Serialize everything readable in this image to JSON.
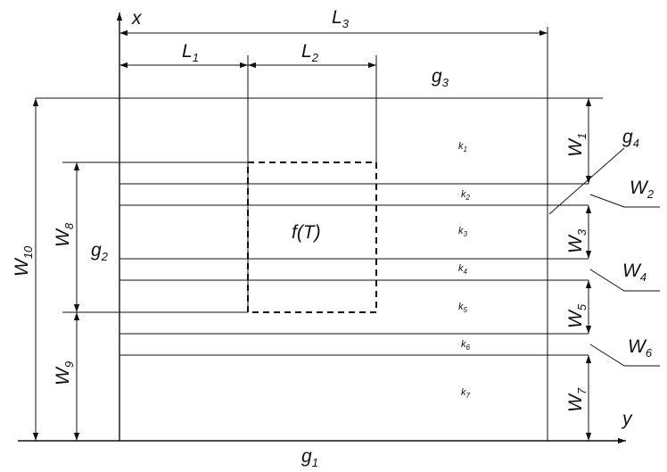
{
  "axes": {
    "x_label": "x",
    "y_label": "y"
  },
  "boundaries": {
    "g1": [
      "g",
      "1"
    ],
    "g2": [
      "g",
      "2"
    ],
    "g3": [
      "g",
      "3"
    ],
    "g4": [
      "g",
      "4"
    ]
  },
  "lengths": {
    "L1": [
      "L",
      "1"
    ],
    "L2": [
      "L",
      "2"
    ],
    "L3": [
      "L",
      "3"
    ]
  },
  "widths": {
    "W1": [
      "W",
      "1"
    ],
    "W2": [
      "W",
      "2"
    ],
    "W3": [
      "W",
      "3"
    ],
    "W4": [
      "W",
      "4"
    ],
    "W5": [
      "W",
      "5"
    ],
    "W6": [
      "W",
      "6"
    ],
    "W7": [
      "W",
      "7"
    ],
    "W8": [
      "W",
      "8"
    ],
    "W9": [
      "W",
      "9"
    ],
    "W10": [
      "W",
      "10"
    ]
  },
  "layers": {
    "k1": [
      "k",
      "1"
    ],
    "k2": [
      "k",
      "2"
    ],
    "k3": [
      "k",
      "3"
    ],
    "k4": [
      "k",
      "4"
    ],
    "k5": [
      "k",
      "5"
    ],
    "k6": [
      "k",
      "6"
    ],
    "k7": [
      "k",
      "7"
    ]
  },
  "source_region": "f(T)",
  "colors": {
    "ink": "#111111",
    "background": "#ffffff"
  }
}
